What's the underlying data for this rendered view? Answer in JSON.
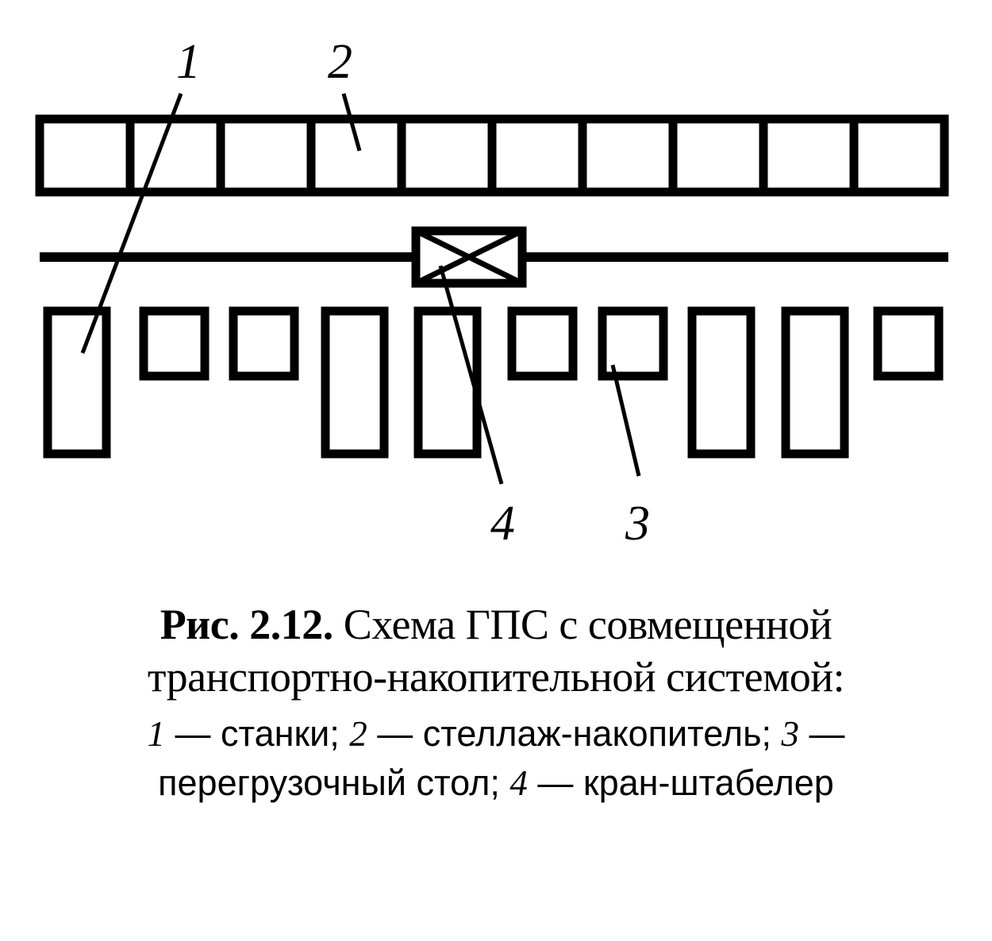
{
  "callouts": {
    "machines": "1",
    "rack": "2",
    "transfer_table": "3",
    "crane": "4"
  },
  "caption": {
    "label": "Рис. 2.12.",
    "title_line1": "Схема ГПС с совмещенной",
    "title_line2": "транспортно-накопительной системой:",
    "legend": [
      {
        "num": "1",
        "text": " — станки; "
      },
      {
        "num": "2",
        "text": " — стеллаж-накопитель; "
      },
      {
        "num": "3",
        "text": " —"
      },
      {
        "num": "",
        "text": "перегрузочный стол; "
      },
      {
        "num": "4",
        "text": " — кран-штабелер"
      }
    ]
  }
}
